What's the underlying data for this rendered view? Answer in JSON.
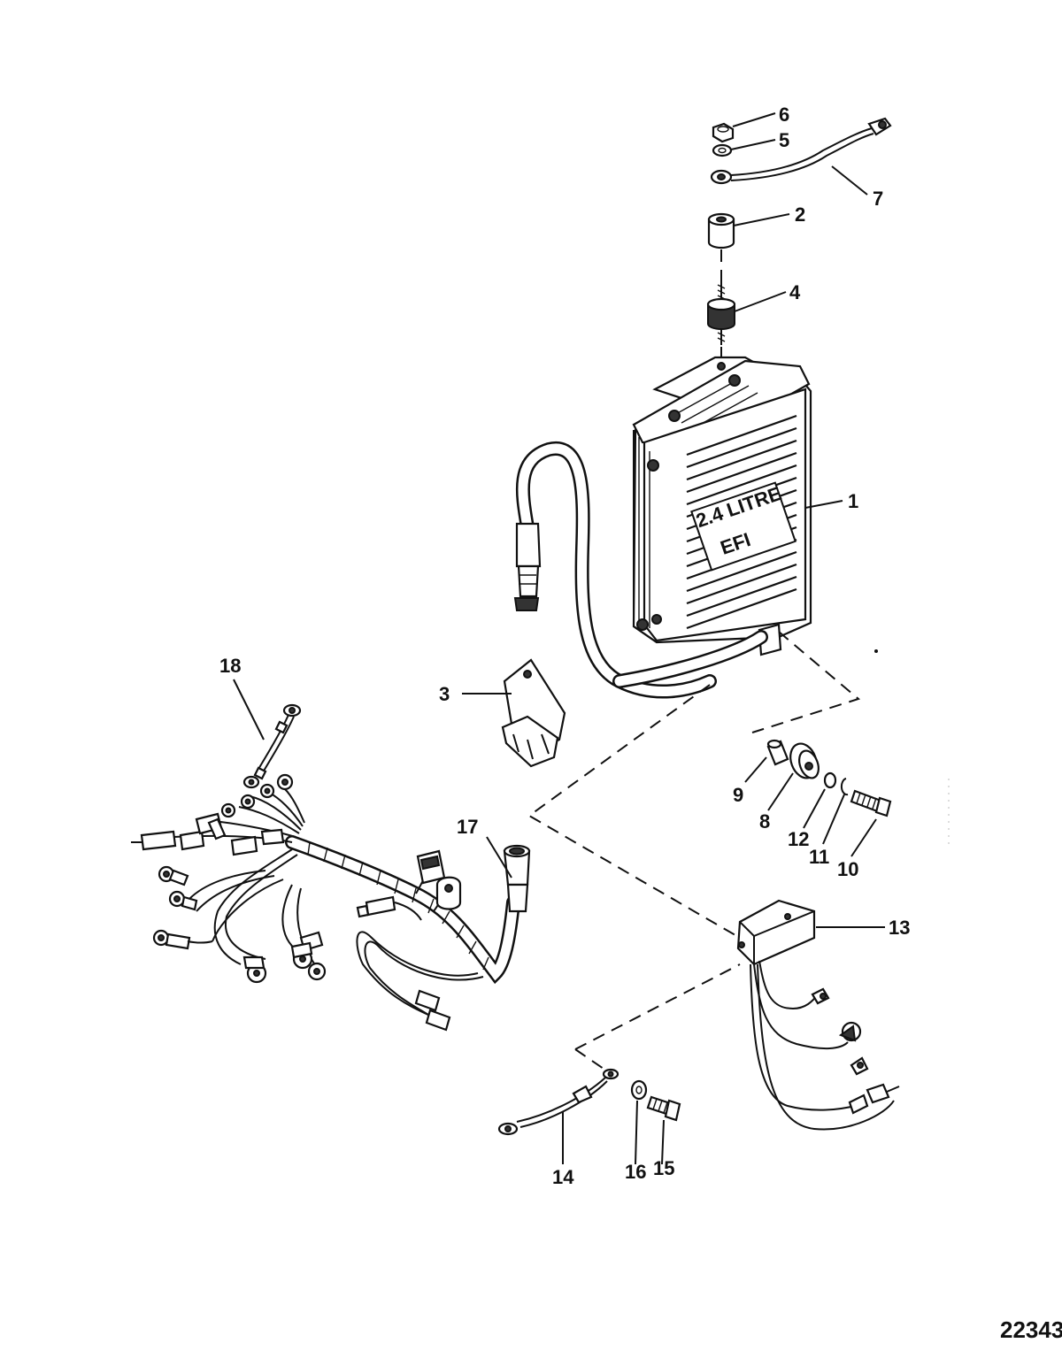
{
  "figure": {
    "number": "22343"
  },
  "callouts": [
    {
      "id": "c1",
      "label": "1"
    },
    {
      "id": "c2",
      "label": "2"
    },
    {
      "id": "c3",
      "label": "3"
    },
    {
      "id": "c4",
      "label": "4"
    },
    {
      "id": "c5",
      "label": "5"
    },
    {
      "id": "c6",
      "label": "6"
    },
    {
      "id": "c7",
      "label": "7"
    },
    {
      "id": "c8",
      "label": "8"
    },
    {
      "id": "c9",
      "label": "9"
    },
    {
      "id": "c10",
      "label": "10"
    },
    {
      "id": "c11",
      "label": "11"
    },
    {
      "id": "c12",
      "label": "12"
    },
    {
      "id": "c13",
      "label": "13"
    },
    {
      "id": "c14",
      "label": "14"
    },
    {
      "id": "c15",
      "label": "15"
    },
    {
      "id": "c16",
      "label": "16"
    },
    {
      "id": "c17",
      "label": "17"
    },
    {
      "id": "c18",
      "label": "18"
    }
  ],
  "module_badge": {
    "litre_text": "2.4 LITRE",
    "model_text": "EFI"
  }
}
